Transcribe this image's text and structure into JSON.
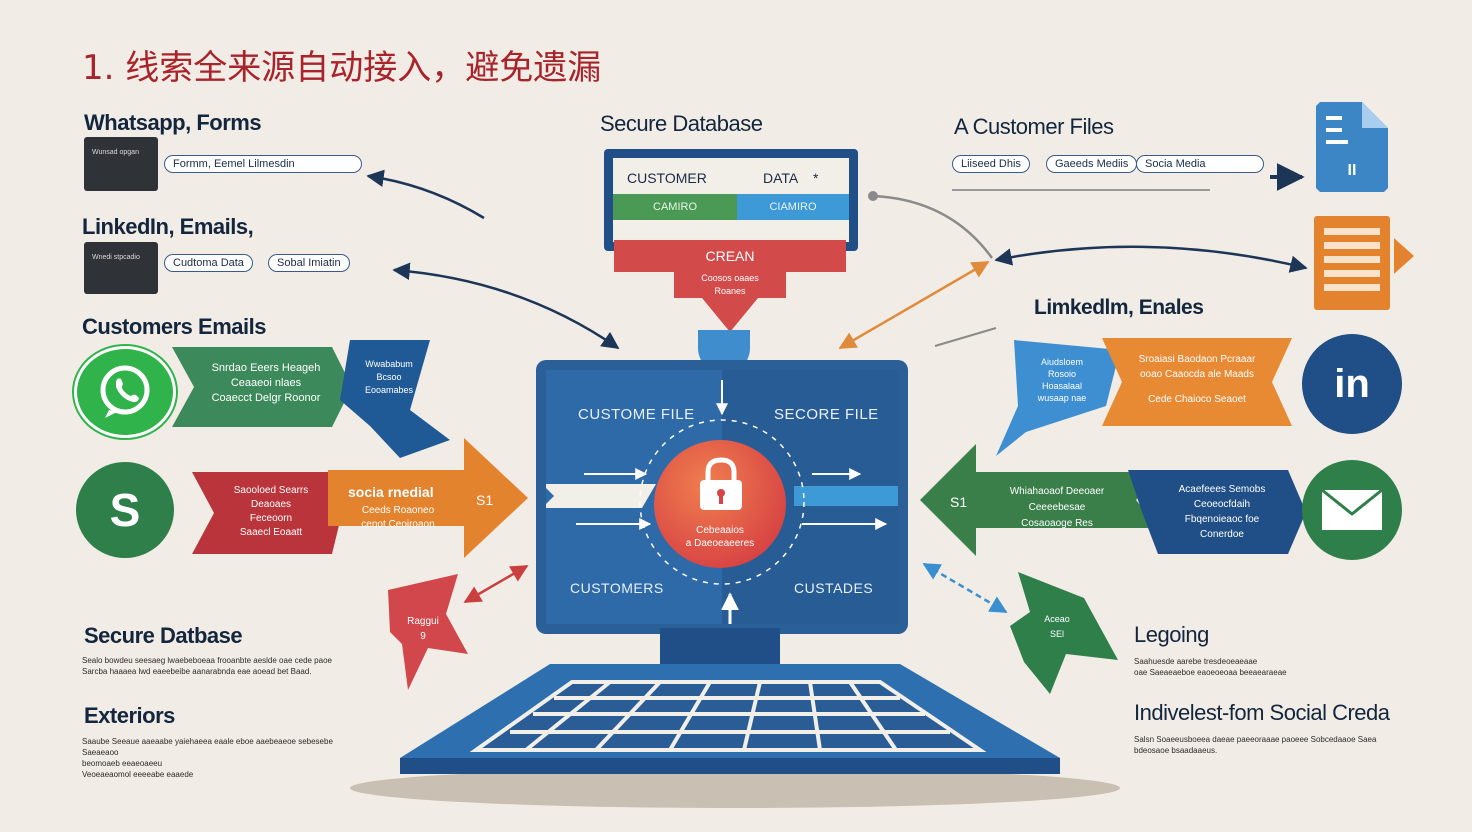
{
  "title": "1. 线索全来源自动接入，避免遗漏",
  "left": {
    "whatsapp_forms": {
      "heading": "Whatsapp, Forms",
      "box_text": "Wunsad opgan",
      "chip": "Formm, Eemel Lilmesdin"
    },
    "linkedin_emails": {
      "heading": "LinkedIn, Emails,",
      "box_text": "Wnedi stpcadio",
      "chips": [
        "Cudtoma Data",
        "Sobal Imiatin"
      ]
    },
    "customers_emails": {
      "heading": "Customers Emails"
    },
    "arrow_green": [
      "Snrdao Eeers Heageh",
      "Ceaaeoi nlaes",
      "Coaecct Delgr Roonor"
    ],
    "arrow_blue_down": [
      "Wwababum",
      "Bcsoo",
      "Eooamabes"
    ],
    "arrow_red": [
      "Saooloed Searrs",
      "Deaoaes",
      "Feceoorn",
      "Saaecl Eoaatt"
    ],
    "arrow_orange": {
      "title": "socia rnedial",
      "lines": [
        "Ceeds Roaoneo",
        "cenot Ceoiroaon"
      ],
      "num": "S1"
    },
    "star_red": [
      "Raggui",
      "9"
    ],
    "secure_database": {
      "heading": "Secure Datbase",
      "text": [
        "Sealo bowdeu seesaeg lwaebeboeaa frooanbte aeslde oae cede paoe",
        "Sarcba haaaea lwd eaeebeibe aanarabnda eae aoead bet Baad."
      ]
    },
    "exteriors": {
      "heading": "Exteriors",
      "text": [
        "Saaube Seeaue aaeaabe yaiehaeea eaale eboe aaebeaeoe sebesebe",
        "Saeaeaoo",
        "beomoaeb eeaeoaeeu",
        "Veoeaeaomol eeeeabe eaaede"
      ]
    }
  },
  "center": {
    "secure_database": "Secure Database",
    "banner": {
      "customer": "CUSTOMER",
      "data": "DATA",
      "star": "*",
      "green": "CAMIRO",
      "blue": "CIAMIRO"
    },
    "red_banner": [
      "CREAN",
      "Coosos oaaes",
      "Roanes"
    ],
    "screen": {
      "tl": "CUSTOME FILE",
      "tr": "SECORE FILE",
      "bl": "CUSTOMERS",
      "br": "CUSTADES"
    },
    "lock_text": [
      "Cebeaaios",
      "a Daeoeaeeres"
    ]
  },
  "right": {
    "customer_files": {
      "heading": "A Customer Files",
      "chips": [
        "Liiseed Dhis",
        "Gaeeds Mediis",
        "Socia Media"
      ]
    },
    "linkedin_enales": {
      "heading": "Limkedlm, Enales"
    },
    "arrow_blue_left": [
      "Aiudsloem",
      "Rosoio",
      "Hoasalaal",
      "wusaap nae"
    ],
    "arrow_orange_wide": [
      "Sroaiasi Baodaon Pcraaar",
      "ooao Caaocda ale Maads",
      "Cede Chaioco Seaoet"
    ],
    "arrow_green_left": {
      "num": "S1",
      "lines": [
        "Whiahaoaof Deeoaer",
        "Ceeeebesae",
        "Cosaoaoge Res"
      ]
    },
    "arrow_navy": [
      "Acaefeees Semobs",
      "Ceoeocfdaih",
      "Fbqenoieaoc foe",
      "Conerdoe"
    ],
    "star_green": [
      "Aceao",
      "SEl"
    ],
    "legoing": {
      "heading": "Legoing",
      "text": [
        "Saahuesde aarebe tresdeoeaeaae",
        "oae Saeaeaeboe eaoeoeoaa beeaearaeae"
      ]
    },
    "indivelest": {
      "heading": "Indivelest-fom Social Creda",
      "text": [
        "Salsn Soaeeusboeea daeae paeeoraaae paoeee Sobcedaaoe Saea",
        "bdeosaoe bsaadaaeus."
      ]
    }
  },
  "icons": {
    "linkedin_label": "in",
    "skype_label": "S",
    "doc_label": "II"
  },
  "colors": {
    "title": "#a8242a",
    "navy": "#1f4f86",
    "green": "#3a7f4a",
    "orange": "#e4832e",
    "red": "#c9403f",
    "blue": "#3a8fd0"
  }
}
